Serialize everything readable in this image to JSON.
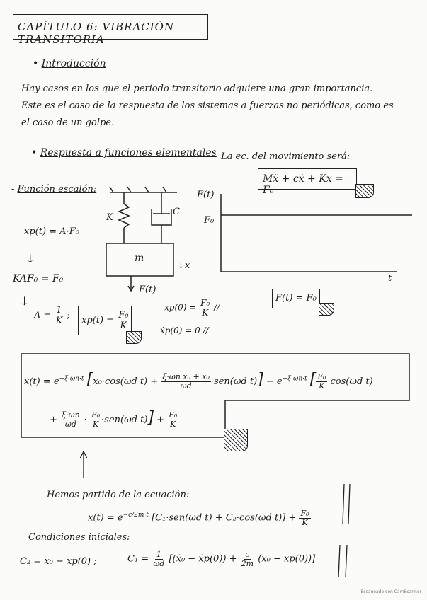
{
  "title": "CAPÍTULO 6: VIBRACIÓN TRANSITORIA",
  "intro": {
    "heading": "Introducción",
    "line1": "Hay casos en los que el periodo transitorio adquiere una gran importancia.",
    "line2a": "Este es el caso de la respuesta de los sistemas a fuerzas no",
    "line2b": "periódicas, como es",
    "line3": "el caso de un golpe."
  },
  "section": {
    "heading": "Respuesta a funciones elementales",
    "eq_intro": "La ec. del movimiento será:",
    "eq_motion": "Mẍ + cẋ + Kx = F₀",
    "step_label": "Función escalón:"
  },
  "diagram": {
    "k": "K",
    "c": "C",
    "m": "m",
    "x_dir": "↓x",
    "force": "F(t)"
  },
  "graph": {
    "ylabel": "F(t)",
    "level": "F₀",
    "xlabel": "t",
    "boxed": "F(t) = F₀"
  },
  "derivation": {
    "xp_eq": "xp(t) = A·F₀",
    "kaf": "KAF₀ = F₀",
    "a_lhs": "A =",
    "a_num": "1",
    "a_den": "K",
    "xp_lhs": "xp(t) =",
    "xp_num": "F₀",
    "xp_den": "K",
    "xp0_lhs": "xp(0) =",
    "xp0_num": "F₀",
    "xp0_den": "K",
    "xpdot0": "ẋp(0) = 0"
  },
  "solution": {
    "lhs": "x(t) = e",
    "exp1": "−ξ·ωn·t",
    "term1": "x₀·cos(ωd t) +",
    "frac1_num": "ξ·ωn x₀ + ẋ₀",
    "frac1_den": "ωd",
    "term1b": "·sen(ωd t)",
    "minus": "− e",
    "exp2": "−ξ·ωn·t",
    "frac2_num": "F₀",
    "frac2_den": "K",
    "term2": "cos(ωd t)",
    "plus": "+",
    "frac3_num": "ξ·ωn",
    "frac3_den": "ωd",
    "dot": "·",
    "frac4_num": "F₀",
    "frac4_den": "K",
    "term3": "·sen(ωd t)",
    "plus2": "+",
    "frac5_num": "F₀",
    "frac5_den": "K"
  },
  "general": {
    "intro": "Hemos partido de la ecuación:",
    "lhs": "x(t) = e",
    "exp": "−c/2m t",
    "body": "[C₁·sen(ωd t) + C₂·cos(ωd t)] +",
    "frac_num": "F₀",
    "frac_den": "K",
    "initial": "Condiciones iniciales:",
    "c2": "C₂ = x₀ − xp(0) ;",
    "c1_lhs": "C₁ =",
    "c1_num": "1",
    "c1_den": "ωd",
    "c1_body": "[(ẋ₀ − ẋp(0)) +",
    "c1_frac_num": "c",
    "c1_frac_den": "2m",
    "c1_tail": "(x₀ − xp(0))]"
  },
  "footer": "Escaneado con CamScanner"
}
